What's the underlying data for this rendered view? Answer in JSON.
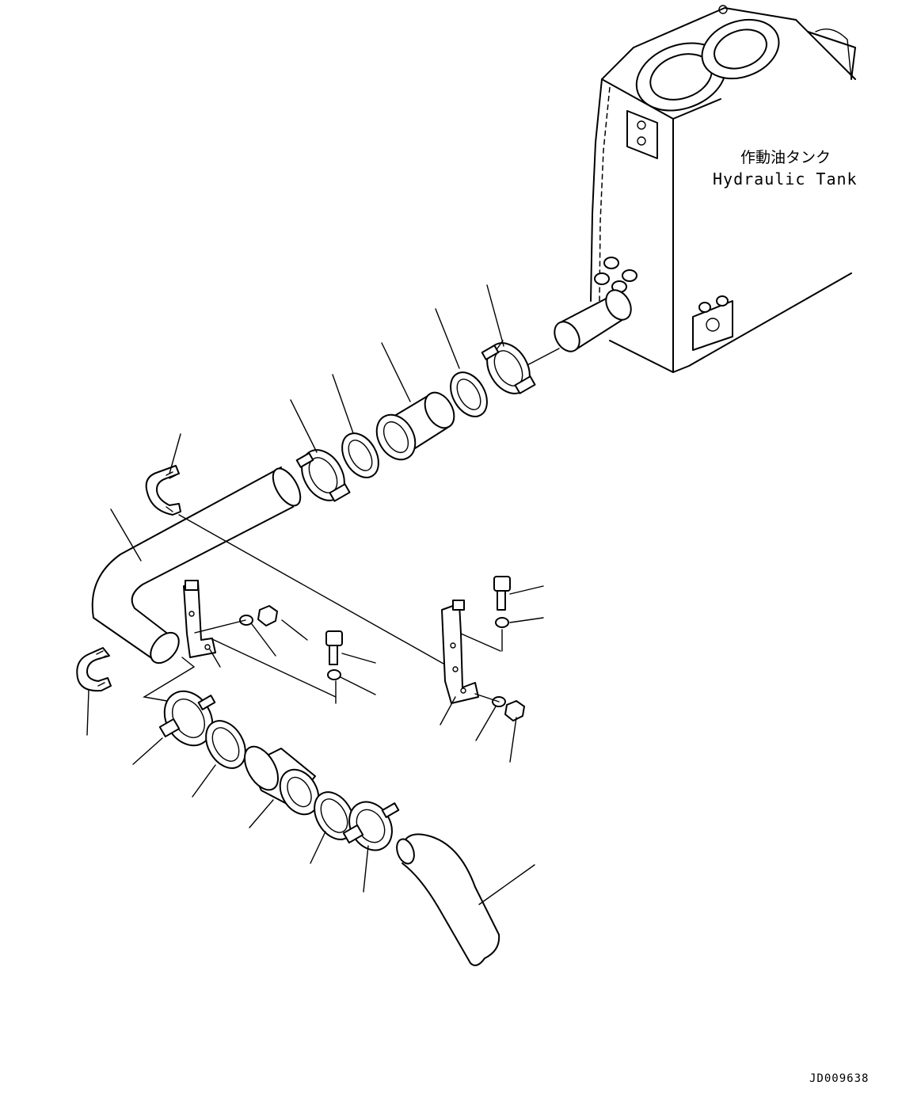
{
  "labels": {
    "tank_jp": "作動油タンク",
    "tank_en": "Hydraulic Tank",
    "drawing_id": "JD009638"
  }
}
